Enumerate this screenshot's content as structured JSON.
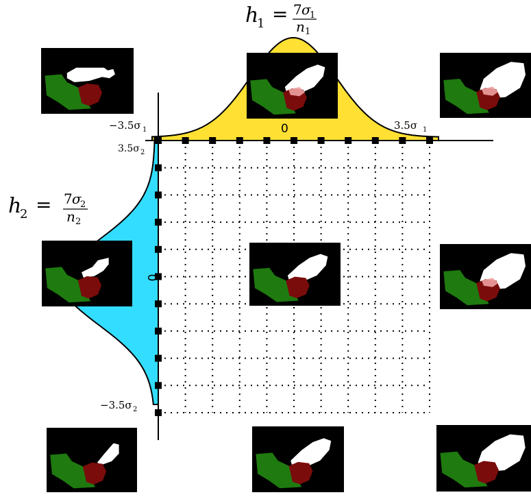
{
  "formulas": {
    "h1": {
      "lhs": "h",
      "sub": "1",
      "num_coef": "7",
      "num_sym": "σ",
      "num_sub": "1",
      "den_sym": "n",
      "den_sub": "1"
    },
    "h2": {
      "lhs": "h",
      "sub": "2",
      "num_coef": "7",
      "num_sym": "σ",
      "num_sub": "2",
      "den_sym": "n",
      "den_sub": "2"
    }
  },
  "axis1": {
    "min_label": "−3.5σ",
    "min_sub": "1",
    "max_label": "3.5σ",
    "max_sub": "1",
    "center_label": "0"
  },
  "axis2": {
    "max_label": "3.5σ",
    "max_sub": "2",
    "min_label": "−3.5σ",
    "min_sub": "2",
    "center_label": "0"
  },
  "grid": {
    "columns": 11,
    "rows": 11
  },
  "colors": {
    "gaussian_horizontal": "#ffe033",
    "gaussian_vertical": "#33ddff",
    "thumb_background": "#000000",
    "thumb_green": "#1f7a10",
    "thumb_darkred": "#7a0c0c",
    "thumb_white": "#ffffff",
    "thumb_pink": "#f0a0a0"
  },
  "thumbnails": [
    {
      "name": "thumb-top-left",
      "shape": "elongated-left",
      "overlap": false
    },
    {
      "name": "thumb-top-center",
      "shape": "mid",
      "overlap": true
    },
    {
      "name": "thumb-top-right",
      "shape": "large",
      "overlap": true
    },
    {
      "name": "thumb-mid-left",
      "shape": "elongated-thin",
      "overlap": false
    },
    {
      "name": "thumb-center",
      "shape": "mid",
      "overlap": false
    },
    {
      "name": "thumb-mid-right",
      "shape": "large",
      "overlap": true
    },
    {
      "name": "thumb-bottom-left",
      "shape": "small",
      "overlap": false
    },
    {
      "name": "thumb-bottom-center",
      "shape": "mid",
      "overlap": false
    },
    {
      "name": "thumb-bottom-right",
      "shape": "large",
      "overlap": false
    }
  ]
}
